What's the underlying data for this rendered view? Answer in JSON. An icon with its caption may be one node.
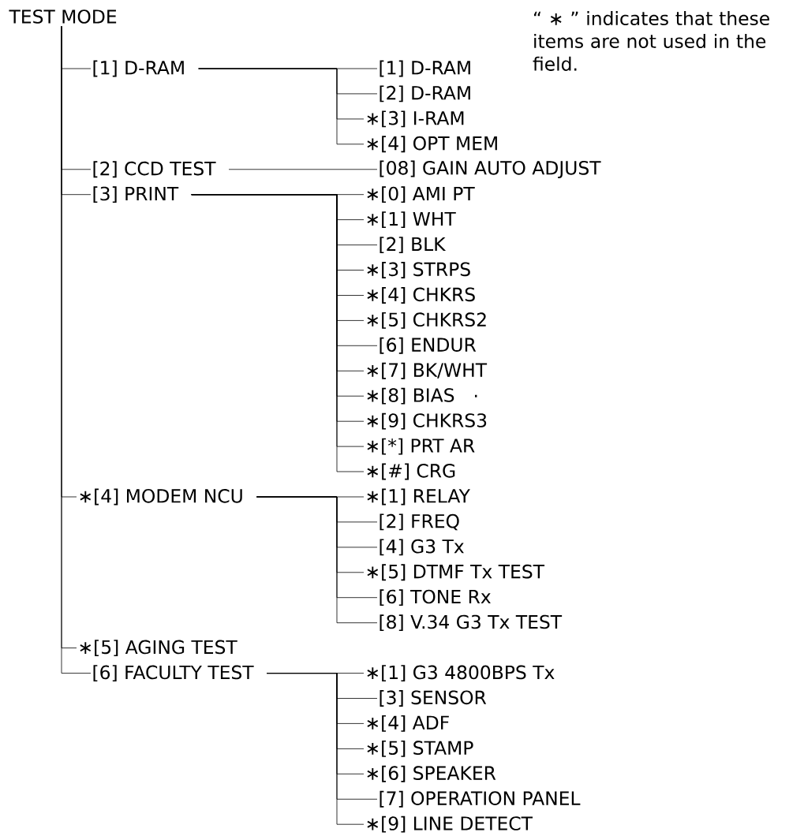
{
  "diagram": {
    "nodes": [
      {
        "text": [
          "TEST MODE"
        ]
      },
      {
        "text": [
          "[1] D-RAM"
        ]
      },
      {
        "text": [
          "[1] D-RAM"
        ]
      },
      {
        "text": [
          "[2] D-RAM"
        ]
      },
      {
        "text": [
          "∗[3] I-RAM"
        ]
      },
      {
        "text": [
          "∗[4] OPT MEM"
        ]
      },
      {
        "text": [
          "[2] CCD TEST"
        ]
      },
      {
        "text": [
          "[08] GAIN AUTO ADJUST"
        ]
      },
      {
        "text": [
          "[3] PRINT"
        ]
      },
      {
        "text": [
          "∗[0] AMI PT"
        ]
      },
      {
        "text": [
          "∗[1] WHT"
        ]
      },
      {
        "text": [
          "[2] BLK"
        ]
      },
      {
        "text": [
          "∗[3] STRPS"
        ]
      },
      {
        "text": [
          "∗[4] CHKRS"
        ]
      },
      {
        "text": [
          "∗[5] CHKRS2"
        ]
      },
      {
        "text": [
          "[6] ENDUR"
        ]
      },
      {
        "text": [
          "∗[7] BK/WHT"
        ]
      },
      {
        "text": [
          "∗[8] BIAS"
        ]
      },
      {
        "text": [
          "∗[9] CHKRS3"
        ]
      },
      {
        "text": [
          "∗[*] PRT AR"
        ]
      },
      {
        "text": [
          "∗[#] CRG"
        ]
      },
      {
        "text": [
          "∗[4] MODEM NCU"
        ]
      },
      {
        "text": [
          "∗[1] RELAY"
        ]
      },
      {
        "text": [
          "[2] FREQ"
        ]
      },
      {
        "text": [
          "[4] G3 Tx"
        ]
      },
      {
        "text": [
          "∗[5] DTMF Tx TEST"
        ]
      },
      {
        "text": [
          "[6] TONE Rx"
        ]
      },
      {
        "text": [
          "[8] V.34 G3 Tx TEST"
        ]
      },
      {
        "text": [
          "∗[5] AGING TEST"
        ]
      },
      {
        "text": [
          "[6] FACULTY TEST"
        ]
      },
      {
        "text": [
          "∗[1] G3 4800BPS Tx"
        ]
      },
      {
        "text": [
          "[3] SENSOR"
        ]
      },
      {
        "text": [
          "∗[4] ADF"
        ]
      },
      {
        "text": [
          "∗[5] STAMP"
        ]
      },
      {
        "text": [
          "∗[6] SPEAKER"
        ]
      },
      {
        "text": [
          "[7] OPERATION PANEL"
        ]
      },
      {
        "text": [
          "∗[9] LINE DETECT"
        ]
      }
    ],
    "edges": [
      {
        "from": 0,
        "to": 1,
        "arrow": "none"
      },
      {
        "from": 0,
        "to": 6,
        "arrow": "none"
      },
      {
        "from": 0,
        "to": 8,
        "arrow": "none"
      },
      {
        "from": 0,
        "to": 21,
        "arrow": "none"
      },
      {
        "from": 0,
        "to": 28,
        "arrow": "none"
      },
      {
        "from": 0,
        "to": 29,
        "arrow": "none"
      },
      {
        "from": 1,
        "to": 2,
        "arrow": "none"
      },
      {
        "from": 1,
        "to": 3,
        "arrow": "none"
      },
      {
        "from": 1,
        "to": 4,
        "arrow": "none"
      },
      {
        "from": 1,
        "to": 5,
        "arrow": "none"
      },
      {
        "from": 6,
        "to": 7,
        "arrow": "none"
      },
      {
        "from": 8,
        "to": 9,
        "arrow": "none"
      },
      {
        "from": 8,
        "to": 10,
        "arrow": "none"
      },
      {
        "from": 8,
        "to": 11,
        "arrow": "none"
      },
      {
        "from": 8,
        "to": 12,
        "arrow": "none"
      },
      {
        "from": 8,
        "to": 13,
        "arrow": "none"
      },
      {
        "from": 8,
        "to": 14,
        "arrow": "none"
      },
      {
        "from": 8,
        "to": 15,
        "arrow": "none"
      },
      {
        "from": 8,
        "to": 16,
        "arrow": "none"
      },
      {
        "from": 8,
        "to": 17,
        "arrow": "none"
      },
      {
        "from": 8,
        "to": 18,
        "arrow": "none"
      },
      {
        "from": 8,
        "to": 19,
        "arrow": "none"
      },
      {
        "from": 8,
        "to": 20,
        "arrow": "none"
      },
      {
        "from": 21,
        "to": 22,
        "arrow": "none"
      },
      {
        "from": 21,
        "to": 23,
        "arrow": "none"
      },
      {
        "from": 21,
        "to": 24,
        "arrow": "none"
      },
      {
        "from": 21,
        "to": 25,
        "arrow": "none"
      },
      {
        "from": 21,
        "to": 26,
        "arrow": "none"
      },
      {
        "from": 21,
        "to": 27,
        "arrow": "none"
      },
      {
        "from": 29,
        "to": 30,
        "arrow": "none"
      },
      {
        "from": 29,
        "to": 31,
        "arrow": "none"
      },
      {
        "from": 29,
        "to": 32,
        "arrow": "none"
      },
      {
        "from": 29,
        "to": 33,
        "arrow": "none"
      },
      {
        "from": 29,
        "to": 34,
        "arrow": "none"
      },
      {
        "from": 29,
        "to": 35,
        "arrow": "none"
      },
      {
        "from": 29,
        "to": 36,
        "arrow": "none"
      }
    ],
    "labels": [
      "“ ∗ ” indicates that these items are not used in the field.",
      "."
    ]
  }
}
